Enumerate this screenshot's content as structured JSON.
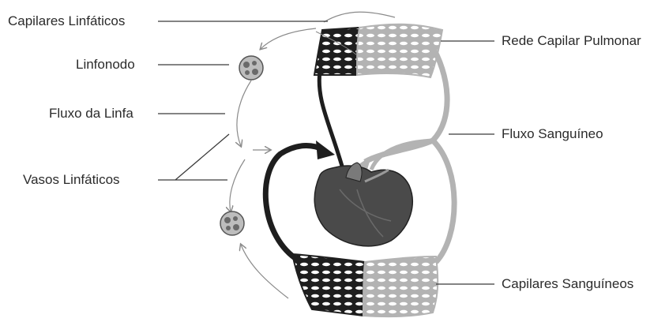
{
  "labels": {
    "lymph_capillaries": "Capilares Linfáticos",
    "lymph_node": "Linfonodo",
    "lymph_flow": "Fluxo da Linfa",
    "lymph_vessels": "Vasos Linfáticos",
    "pulmonary_capillary_network": "Rede Capilar Pulmonar",
    "blood_flow": "Fluxo Sanguíneo",
    "blood_capillaries": "Capilares Sanguíneos"
  },
  "colors": {
    "deoxygenated": "#1e1e1e",
    "oxygenated": "#b3b3b3",
    "lymph": "#8a8a8a",
    "leader_line": "#3a3a3a",
    "heart": "#4a4a4a"
  }
}
